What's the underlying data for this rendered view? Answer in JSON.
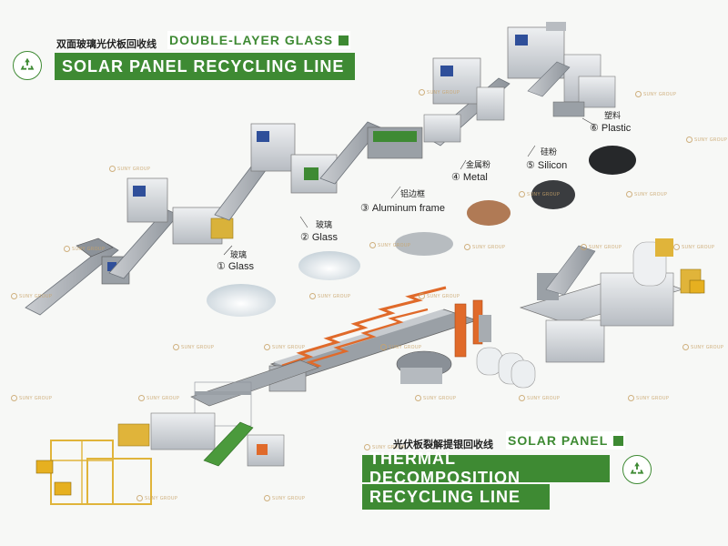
{
  "top_title": {
    "cn": "双面玻璃光伏板回收线",
    "tag": "DOUBLE-LAYER GLASS",
    "banner": "SOLAR PANEL RECYCLING LINE"
  },
  "bottom_title": {
    "cn": "光伏板裂解提银回收线",
    "tag": "SOLAR PANEL",
    "line1": "THERMAL DECOMPOSITION",
    "line2": "RECYCLING LINE"
  },
  "products": [
    {
      "num": "①",
      "cn": "玻璃",
      "en": "Glass"
    },
    {
      "num": "②",
      "cn": "玻璃",
      "en": "Glass"
    },
    {
      "num": "③",
      "cn": "铝边框",
      "en": "Aluminum frame"
    },
    {
      "num": "④",
      "cn": "金属粉",
      "en": "Metal"
    },
    {
      "num": "⑤",
      "cn": "硅粉",
      "en": "Silicon"
    },
    {
      "num": "⑥",
      "cn": "塑料",
      "en": "Plastic"
    }
  ],
  "watermark": "SUNY GROUP",
  "colors": {
    "brand_green": "#3e8a33",
    "machine_blue": "#2f4f9a",
    "heater_orange": "#e06a2a"
  },
  "icons": [
    "recycle-icon",
    "recycle-icon"
  ]
}
